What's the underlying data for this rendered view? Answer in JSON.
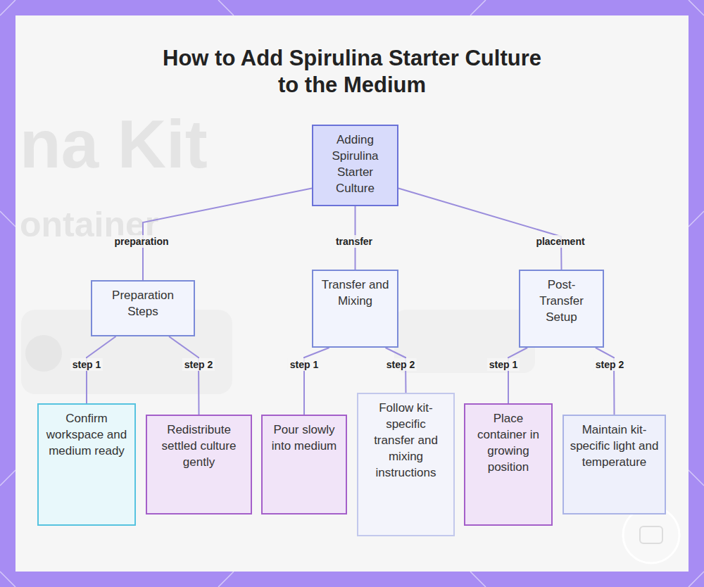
{
  "diagram": {
    "title": "How to Add Spirulina Starter Culture to the Medium",
    "nodes": [
      {
        "text": [
          "Adding Spirulina Starter Culture"
        ]
      },
      {
        "text": [
          "Preparation Steps"
        ]
      },
      {
        "text": [
          "Transfer and Mixing"
        ]
      },
      {
        "text": [
          "Post-Transfer Setup"
        ]
      },
      {
        "text": [
          "Confirm workspace and medium ready"
        ]
      },
      {
        "text": [
          "Redistribute settled culture gently"
        ]
      },
      {
        "text": [
          "Pour slowly into medium"
        ]
      },
      {
        "text": [
          "Follow kit-specific transfer and mixing instructions"
        ]
      },
      {
        "text": [
          "Place container in growing position"
        ]
      },
      {
        "text": [
          "Maintain kit-specific light and temperature"
        ]
      }
    ],
    "edges": [
      {
        "from": 0,
        "to": 1,
        "label": "preparation",
        "arrow": "none"
      },
      {
        "from": 0,
        "to": 2,
        "label": "transfer",
        "arrow": "none"
      },
      {
        "from": 0,
        "to": 3,
        "label": "placement",
        "arrow": "none"
      },
      {
        "from": 1,
        "to": 4,
        "label": "step 1",
        "arrow": "none"
      },
      {
        "from": 1,
        "to": 5,
        "label": "step 2",
        "arrow": "none"
      },
      {
        "from": 2,
        "to": 6,
        "label": "step 1",
        "arrow": "none"
      },
      {
        "from": 2,
        "to": 7,
        "label": "step 2",
        "arrow": "none"
      },
      {
        "from": 3,
        "to": 8,
        "label": "step 1",
        "arrow": "none"
      },
      {
        "from": 3,
        "to": 9,
        "label": "step 2",
        "arrow": "none"
      }
    ],
    "labels": [
      "na Kit",
      "ontainer"
    ]
  }
}
